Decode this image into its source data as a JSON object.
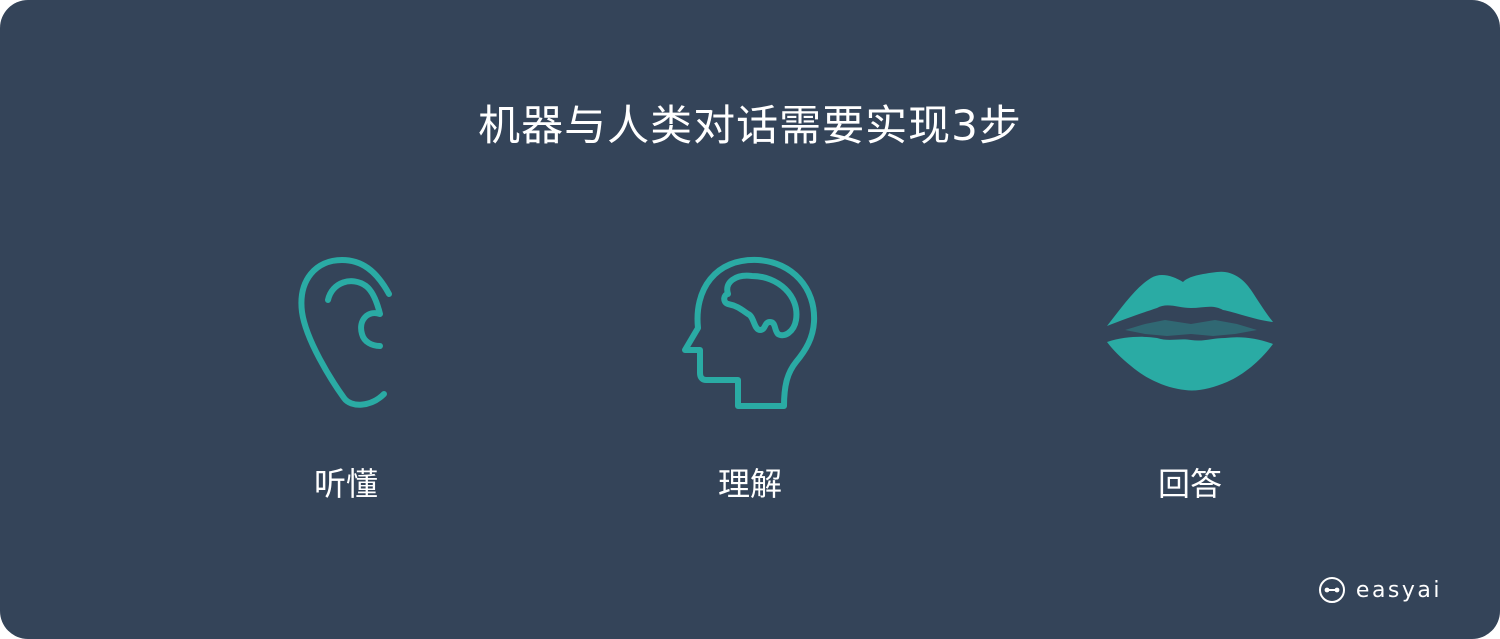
{
  "title": "机器与人类对话需要实现3步",
  "accent_color": "#2aaba4",
  "background_color": "#344459",
  "steps": [
    {
      "label": "听懂",
      "icon": "ear-icon"
    },
    {
      "label": "理解",
      "icon": "head-brain-icon"
    },
    {
      "label": "回答",
      "icon": "lips-icon"
    }
  ],
  "brand": {
    "name": "easyai",
    "icon": "easyai-logo-icon"
  }
}
